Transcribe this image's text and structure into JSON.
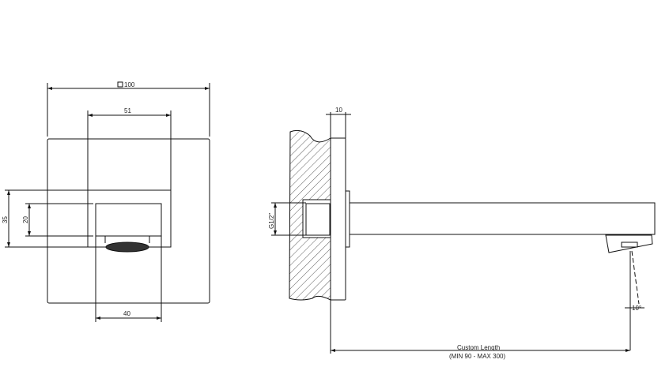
{
  "front_view": {
    "dim_width": "100",
    "dim_body_width": "51",
    "dim_height_outer": "35",
    "dim_height_inner": "20",
    "dim_spout_width": "40"
  },
  "side_view": {
    "dim_plate_thickness": "10",
    "dim_thread": "G1/2\"",
    "dim_angle": "10°",
    "dim_length_label": "Custom Length",
    "dim_length_range": "(MIN 90 - MAX 300)"
  }
}
